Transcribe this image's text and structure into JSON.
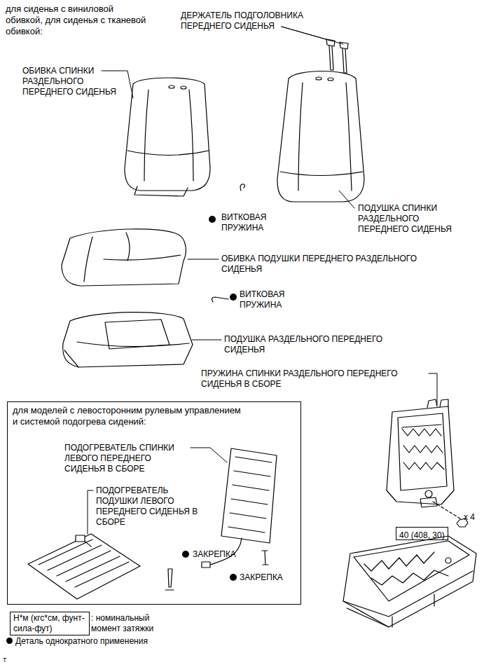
{
  "diagram": {
    "nodes": [
      {
        "text": [
          "для моделей с левосторонним рулевым управлением и системой подогрева сидений:"
        ]
      },
      {
        "text": [
          "40 (408, 30)"
        ]
      },
      {
        "text": [
          "Н*м (кгс*см, фунт-сила-фут)"
        ]
      }
    ],
    "labels": [
      "для сиденья с виниловой обивкой, для сиденья с тканевой обивкой:",
      "ДЕРЖАТЕЛЬ ПОДГОЛОВНИКА ПЕРЕДНЕГО СИДЕНЬЯ",
      "ОБИВКА СПИНКИ РАЗДЕЛЬНОГО ПЕРЕДНЕГО СИДЕНЬЯ",
      "ВИТКОВАЯ ПРУЖИНА",
      "ПОДУШКА СПИНКИ РАЗДЕЛЬНОГО ПЕРЕДНЕГО СИДЕНЬЯ",
      "ОБИВКА ПОДУШКИ ПЕРЕДНЕГО РАЗДЕЛЬНОГО СИДЕНЬЯ",
      "ВИТКОВАЯ ПРУЖИНА",
      "ПОДУШКА РАЗДЕЛЬНОГО ПЕРЕДНЕГО СИДЕНЬЯ",
      "ПРУЖИНА СПИНКИ РАЗДЕЛЬНОГО ПЕРЕДНЕГО СИДЕНЬЯ В СБОРЕ",
      "ПОДОГРЕВАТЕЛЬ СПИНКИ ЛЕВОГО ПЕРЕДНЕГО СИДЕНЬЯ В СБОРЕ",
      "ПОДОГРЕВАТЕЛЬ ПОДУШКИ ЛЕВОГО ПЕРЕДНЕГО СИДЕНЬЯ В СБОРЕ",
      "ЗАКРЕПКА",
      "ЗАКРЕПКА",
      "x 4",
      "T"
    ],
    "legend": [
      {
        "text": ": номинальный момент затяжки"
      },
      {
        "text": "Деталь однократного применения"
      }
    ]
  }
}
